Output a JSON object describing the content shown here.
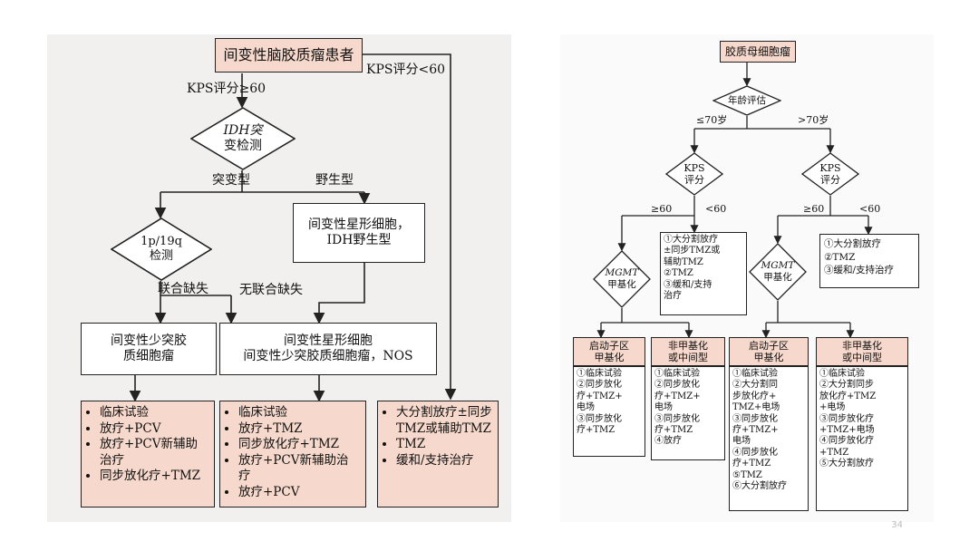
{
  "left": {
    "top_box": "间变性脑胶质瘤患者",
    "kps_high": "KPS评分≥60",
    "kps_low": "KPS评分<60",
    "idh_diamond": [
      "IDH突",
      "变检测"
    ],
    "mutant": "突变型",
    "wild": "野生型",
    "codel_diamond": [
      "1p/19q",
      "检测"
    ],
    "astro_idh_wt": [
      "间变性星形细胞，",
      "IDH野生型"
    ],
    "codel": "联合缺失",
    "no_codel": "无联合缺失",
    "oligo": [
      "间变性少突胶",
      "质细胞瘤"
    ],
    "astro_nos": [
      "间变性星形细胞",
      "间变性少突胶质细胞瘤，NOS"
    ],
    "treat_oligo": [
      "临床试验",
      "放疗+PCV",
      "放疗+PCV新辅助治疗",
      "同步放化疗+TMZ"
    ],
    "treat_astro": [
      "临床试验",
      "放疗+TMZ",
      "同步放化疗+TMZ",
      "放疗+PCV新辅助治疗",
      "放疗+PCV"
    ],
    "treat_low_kps": [
      "大分割放疗±同步TMZ或辅助TMZ",
      "TMZ",
      "缓和/支持治疗"
    ]
  },
  "right": {
    "top_box": "胶质母细胞瘤",
    "age_diamond": "年龄评估",
    "age_young": "≤70岁",
    "age_old": ">70岁",
    "kps_diamond": [
      "KPS",
      "评分"
    ],
    "kps_high": "≥60",
    "kps_low": "<60",
    "mgmt_diamond": [
      "MGMT",
      "甲基化"
    ],
    "young_low_kps": [
      "①大分割放疗",
      "±同步TMZ或",
      "辅助TMZ",
      "②TMZ",
      "③缓和/支持",
      "治疗"
    ],
    "old_low_kps": [
      "①大分割放疗",
      "②TMZ",
      "③缓和/支持治疗"
    ],
    "head_methylated": [
      "启动子区",
      "甲基化"
    ],
    "head_unmethylated": [
      "非甲基化",
      "或中间型"
    ],
    "young_meth": [
      "①临床试验",
      "②同步放化",
      "疗+TMZ+",
      "电场",
      "③同步放化",
      "疗+TMZ"
    ],
    "young_unmeth": [
      "①临床试验",
      "②同步放化",
      "疗+TMZ+",
      "电场",
      "③同步放化",
      "疗+TMZ",
      "④放疗"
    ],
    "old_meth": [
      "①临床试验",
      "②大分割同",
      "步放化疗+",
      "TMZ+电场",
      "③同步放化",
      "疗+TMZ+",
      "电场",
      "④同步放化",
      "疗+TMZ",
      "⑤TMZ",
      "⑥大分割放疗"
    ],
    "old_unmeth": [
      "①临床试验",
      "②大分割同步",
      "放化疗+TMZ",
      "+电场",
      "③同步放化疗",
      "+TMZ+电场",
      "④同步放化疗",
      "+TMZ",
      "⑤大分割放疗"
    ]
  },
  "page_number": "34"
}
